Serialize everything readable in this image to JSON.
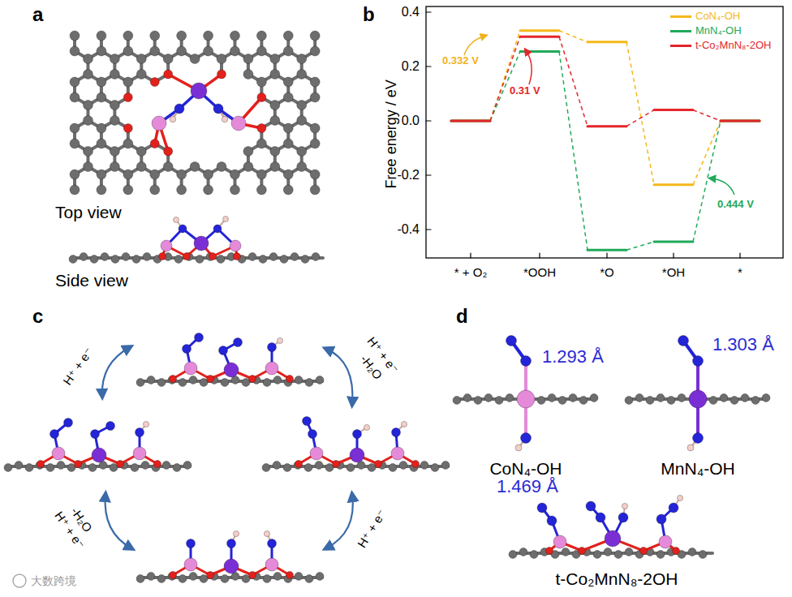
{
  "diagram": {
    "labels": [
      "a",
      "Top view",
      "Side view",
      "b",
      "Free energy / eV",
      "0.4",
      "0.2",
      "0.0",
      "-0.2",
      "-0.4",
      "* + O₂",
      "*OOH",
      "*O",
      "*OH",
      "*",
      "0.332 V",
      "0.31 V",
      "0.444 V",
      "c",
      "H⁺ + e⁻",
      "H⁺ + e⁻",
      "-H₂O",
      "H⁺ + e⁻",
      "-H₂O",
      "H⁺ + e⁻",
      "d",
      "1.293 Å",
      "1.303 Å",
      "CoN₄-OH",
      "MnN₄-OH",
      "1.469 Å",
      "t-Co₂MnN₈-2OH",
      "大数跨境"
    ],
    "legend": [
      {
        "text": "CoN₄-OH",
        "color": "#f5b81b"
      },
      {
        "text": "MnN₄-OH",
        "color": "#22a95a"
      },
      {
        "text": "t-Co₂MnN₈-2OH",
        "color": "#e3262b"
      }
    ]
  }
}
